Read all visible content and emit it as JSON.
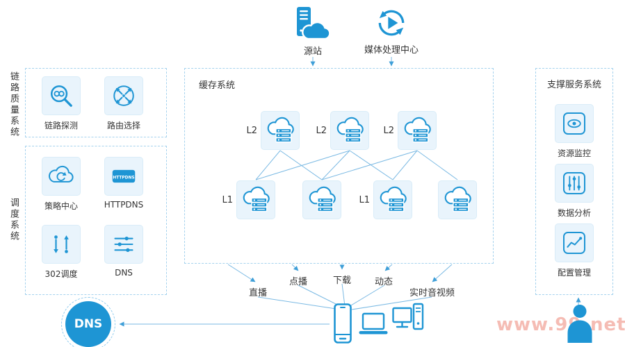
{
  "top": {
    "origin_label": "源站",
    "media_label": "媒体处理中心"
  },
  "panels": {
    "link_quality": {
      "title": "链路质量系统",
      "items": [
        {
          "label": "链路探测"
        },
        {
          "label": "路由选择"
        }
      ]
    },
    "scheduling": {
      "title": "调度系统",
      "httpdns_icon_text": "HTTPDNS",
      "items": [
        {
          "label": "策略中心"
        },
        {
          "label": "HTTPDNS"
        },
        {
          "label": "302调度"
        },
        {
          "label": "DNS"
        }
      ]
    },
    "support": {
      "title": "支撑服务系统",
      "items": [
        {
          "label": "资源监控"
        },
        {
          "label": "数据分析"
        },
        {
          "label": "配置管理"
        }
      ]
    }
  },
  "cache": {
    "title": "缓存系统",
    "l2_nodes": [
      {
        "label": "L2"
      },
      {
        "label": "L2"
      },
      {
        "label": "L2"
      }
    ],
    "l1_nodes": [
      {
        "label": "L1"
      },
      {
        "label": ""
      },
      {
        "label": "L1"
      },
      {
        "label": ""
      }
    ]
  },
  "services": [
    {
      "label": "直播"
    },
    {
      "label": "点播"
    },
    {
      "label": "下载"
    },
    {
      "label": "动态"
    },
    {
      "label": "实时音视频"
    }
  ],
  "bottom": {
    "dns_badge": "DNS"
  },
  "watermark": {
    "left": "www.99",
    "right": "net"
  },
  "colors": {
    "primary": "#1e95d4",
    "line": "#7ab9e3",
    "tile_bg": "#e9f4fc",
    "dashed_border": "#a5d2ee",
    "watermark": "#f5bcb4"
  }
}
